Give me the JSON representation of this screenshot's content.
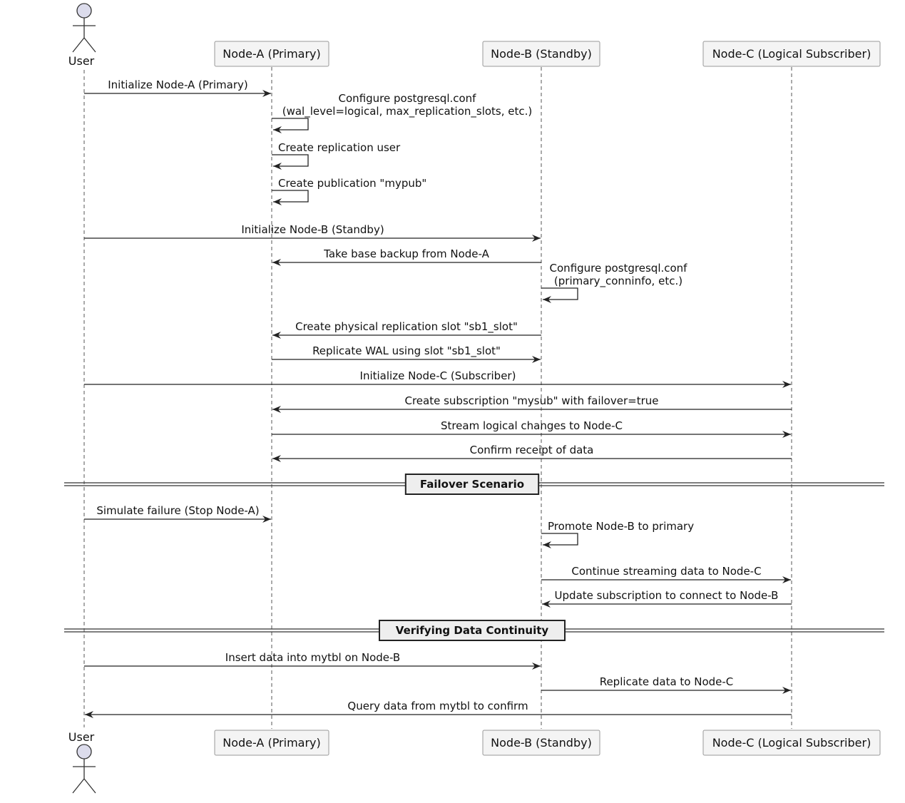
{
  "participants": [
    {
      "id": "user",
      "label": "User",
      "kind": "actor"
    },
    {
      "id": "nodeA",
      "label": "Node-A (Primary)",
      "kind": "box"
    },
    {
      "id": "nodeB",
      "label": "Node-B (Standby)",
      "kind": "box"
    },
    {
      "id": "nodeC",
      "label": "Node-C (Logical Subscriber)",
      "kind": "box"
    }
  ],
  "messages": [
    {
      "from": "user",
      "to": "nodeA",
      "lines": [
        "Initialize Node-A (Primary)"
      ]
    },
    {
      "from": "nodeA",
      "to": "nodeA",
      "lines": [
        "Configure postgresql.conf",
        "(wal_level=logical, max_replication_slots, etc.)"
      ]
    },
    {
      "from": "nodeA",
      "to": "nodeA",
      "lines": [
        "Create replication user"
      ]
    },
    {
      "from": "nodeA",
      "to": "nodeA",
      "lines": [
        "Create publication \"mypub\""
      ]
    },
    {
      "from": "user",
      "to": "nodeB",
      "lines": [
        "Initialize Node-B (Standby)"
      ]
    },
    {
      "from": "nodeB",
      "to": "nodeA",
      "lines": [
        "Take base backup from Node-A"
      ]
    },
    {
      "from": "nodeB",
      "to": "nodeB",
      "lines": [
        "Configure postgresql.conf",
        "(primary_conninfo, etc.)"
      ]
    },
    {
      "from": "nodeB",
      "to": "nodeA",
      "lines": [
        "Create physical replication slot \"sb1_slot\""
      ]
    },
    {
      "from": "nodeA",
      "to": "nodeB",
      "lines": [
        "Replicate WAL using slot \"sb1_slot\""
      ]
    },
    {
      "from": "user",
      "to": "nodeC",
      "lines": [
        "Initialize Node-C (Subscriber)"
      ]
    },
    {
      "from": "nodeC",
      "to": "nodeA",
      "lines": [
        "Create subscription \"mysub\" with failover=true"
      ]
    },
    {
      "from": "nodeA",
      "to": "nodeC",
      "lines": [
        "Stream logical changes to Node-C"
      ]
    },
    {
      "from": "nodeC",
      "to": "nodeA",
      "lines": [
        "Confirm receipt of data"
      ]
    },
    {
      "divider": "Failover Scenario"
    },
    {
      "from": "user",
      "to": "nodeA",
      "lines": [
        "Simulate failure (Stop Node-A)"
      ]
    },
    {
      "from": "nodeB",
      "to": "nodeB",
      "lines": [
        "Promote Node-B to primary"
      ]
    },
    {
      "from": "nodeB",
      "to": "nodeC",
      "lines": [
        "Continue streaming data to Node-C"
      ]
    },
    {
      "from": "nodeC",
      "to": "nodeB",
      "lines": [
        "Update subscription to connect to Node-B"
      ]
    },
    {
      "divider": "Verifying Data Continuity"
    },
    {
      "from": "user",
      "to": "nodeB",
      "lines": [
        "Insert data into mytbl on Node-B"
      ]
    },
    {
      "from": "nodeB",
      "to": "nodeC",
      "lines": [
        "Replicate data to Node-C"
      ]
    },
    {
      "from": "nodeC",
      "to": "user",
      "lines": [
        "Query data from mytbl to confirm"
      ]
    }
  ],
  "colors": {
    "actor_head": "#dcdcec",
    "participant_box": "#f4f4f4",
    "divider_box": "#eeeeee",
    "line": "#222222"
  }
}
